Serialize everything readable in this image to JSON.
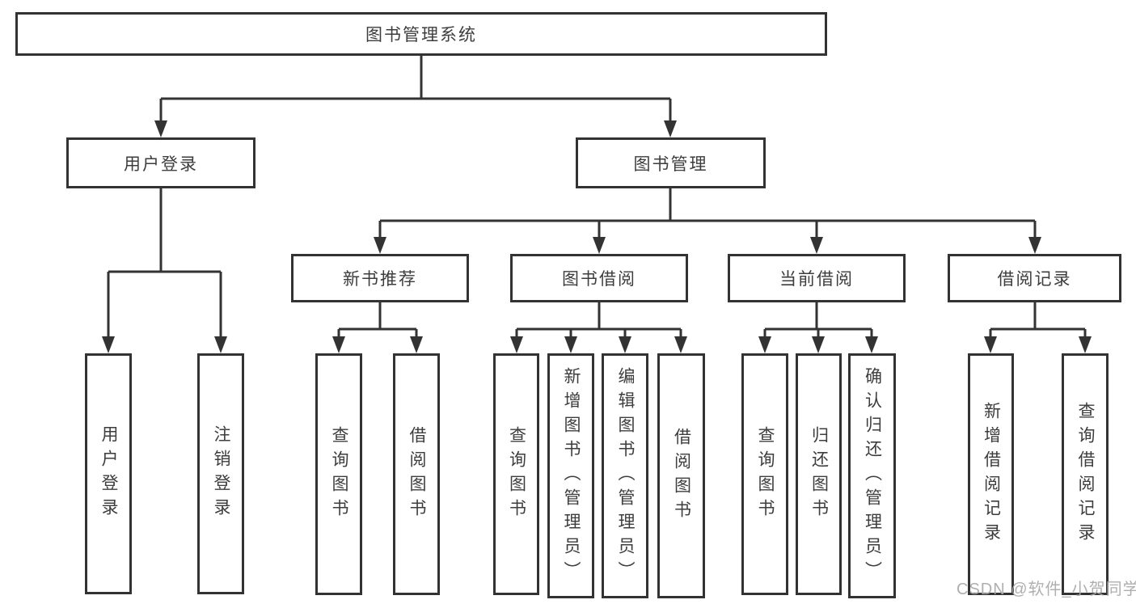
{
  "diagram": {
    "root": {
      "label": "图书管理系统"
    },
    "branches": [
      {
        "label": "用户登录",
        "children": [
          {
            "label": "用户登录"
          },
          {
            "label": "注销登录"
          }
        ]
      },
      {
        "label": "图书管理",
        "children": [
          {
            "label": "新书推荐",
            "children": [
              {
                "label": "查询图书"
              },
              {
                "label": "借阅图书"
              }
            ]
          },
          {
            "label": "图书借阅",
            "children": [
              {
                "label": "查询图书"
              },
              {
                "label": "新增图书（管理员）"
              },
              {
                "label": "编辑图书（管理员）"
              },
              {
                "label": "借阅图书"
              }
            ]
          },
          {
            "label": "当前借阅",
            "children": [
              {
                "label": "查询图书"
              },
              {
                "label": "归还图书"
              },
              {
                "label": "确认归还（管理员）"
              }
            ]
          },
          {
            "label": "借阅记录",
            "children": [
              {
                "label": "新增借阅记录"
              },
              {
                "label": "查询借阅记录"
              }
            ]
          }
        ]
      }
    ]
  },
  "watermark": {
    "text": "CSDN @软件_小贺同学"
  },
  "colors": {
    "line": "#333333",
    "box_border": "#333333",
    "box_background": "#ffffff",
    "text": "#3d3d3d",
    "watermark": "#a8a8a8",
    "page_background": "#ffffff"
  }
}
